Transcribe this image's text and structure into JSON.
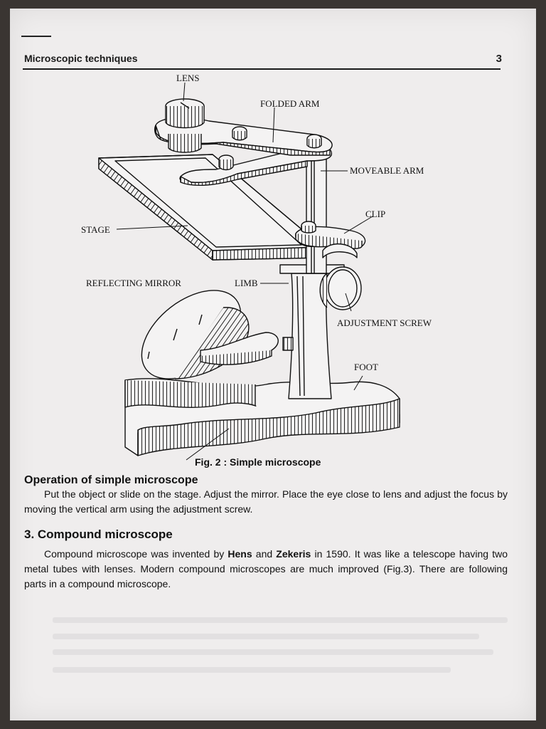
{
  "header": {
    "title": "Microscopic techniques",
    "page_number": "3"
  },
  "figure": {
    "labels": {
      "lens": "LENS",
      "folded_arm": "FOLDED ARM",
      "moveable_arm": "MOVEABLE ARM",
      "clip": "CLIP",
      "stage": "STAGE",
      "reflecting_mirror": "REFLECTING MIRROR",
      "limb": "LIMB",
      "adjustment_screw": "ADJUSTMENT SCREW",
      "foot": "FOOT"
    },
    "caption": "Fig. 2 : Simple microscope"
  },
  "operation": {
    "heading": "Operation of simple microscope",
    "text": "Put the object or slide on the stage. Adjust the mirror. Place the eye close to lens and adjust the focus by moving the vertical arm using the adjustment screw."
  },
  "compound": {
    "heading": "3. Compound microscope",
    "text_before_hens": "Compound microscope was invented by ",
    "hens": "Hens",
    "and": " and ",
    "zekeris": "Zekeris",
    "text_after": " in 1590. It was like a telescope having two metal tubes with lenses. Modern compound microscopes are much improved (Fig.3). There are following parts in a compound microscope."
  }
}
